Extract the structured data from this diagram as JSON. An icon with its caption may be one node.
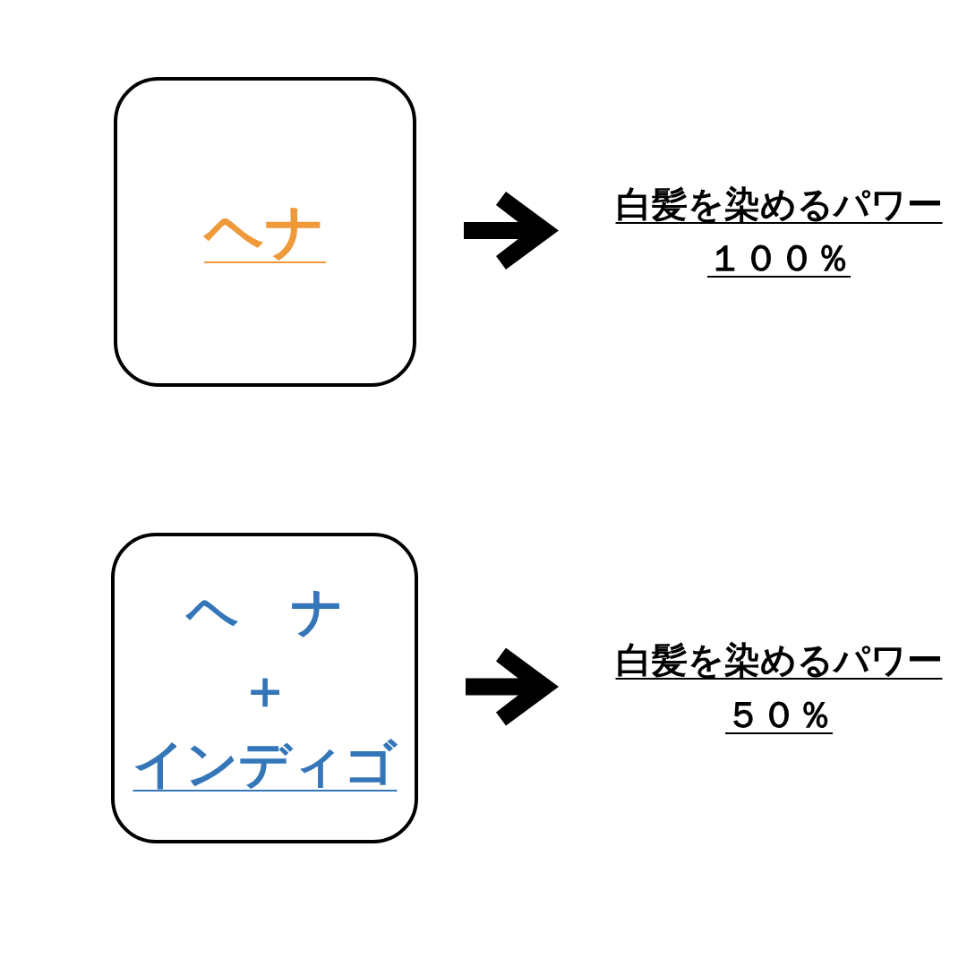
{
  "diagram": {
    "nodes": [
      {
        "text": [
          "ヘナ"
        ]
      },
      {
        "text": [
          "白髪を染めるパワー",
          "１００％"
        ]
      },
      {
        "text": [
          "ヘ　ナ",
          "＋",
          "インディゴ"
        ]
      },
      {
        "text": [
          "白髪を染めるパワー",
          "５０％"
        ]
      }
    ],
    "edges": [
      {
        "from": 0,
        "to": 1,
        "arrow": "to"
      },
      {
        "from": 2,
        "to": 3,
        "arrow": "to"
      }
    ]
  }
}
